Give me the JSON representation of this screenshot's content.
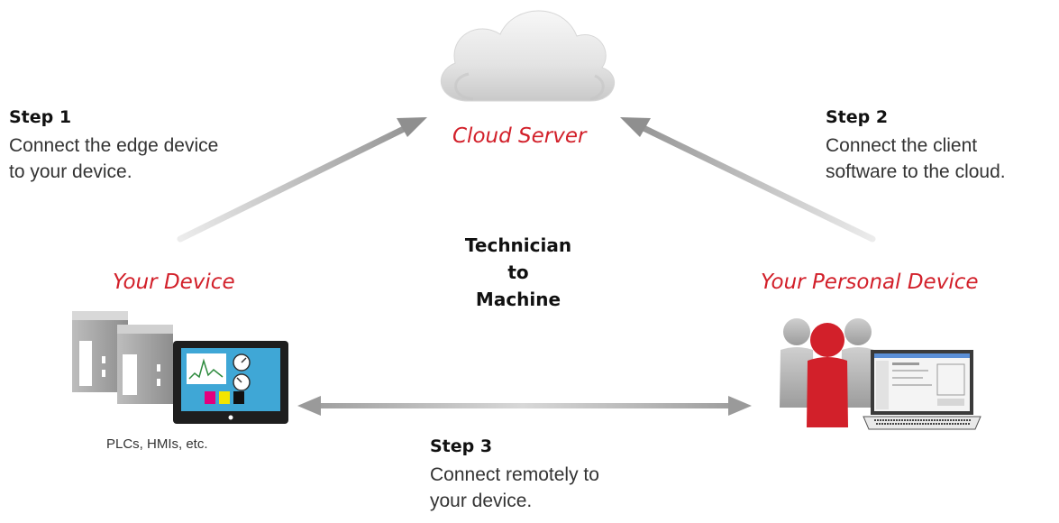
{
  "cloud_label": "Cloud Server",
  "center_title": [
    "Technician",
    "to",
    "Machine"
  ],
  "your_device_label": "Your Device",
  "personal_device_label": "Your Personal Device",
  "devices_caption": "PLCs, HMIs, etc.",
  "steps": [
    {
      "title": "Step 1",
      "lines": [
        "Connect the edge device",
        "to your device."
      ]
    },
    {
      "title": "Step 2",
      "lines": [
        "Connect the client",
        "software to the cloud."
      ]
    },
    {
      "title": "Step 3",
      "lines": [
        "Connect remotely to",
        "your device."
      ]
    }
  ],
  "colors": {
    "accent": "#d2202a",
    "arrow_dark": "#8c8c8c",
    "arrow_light": "#e6e6e6"
  }
}
